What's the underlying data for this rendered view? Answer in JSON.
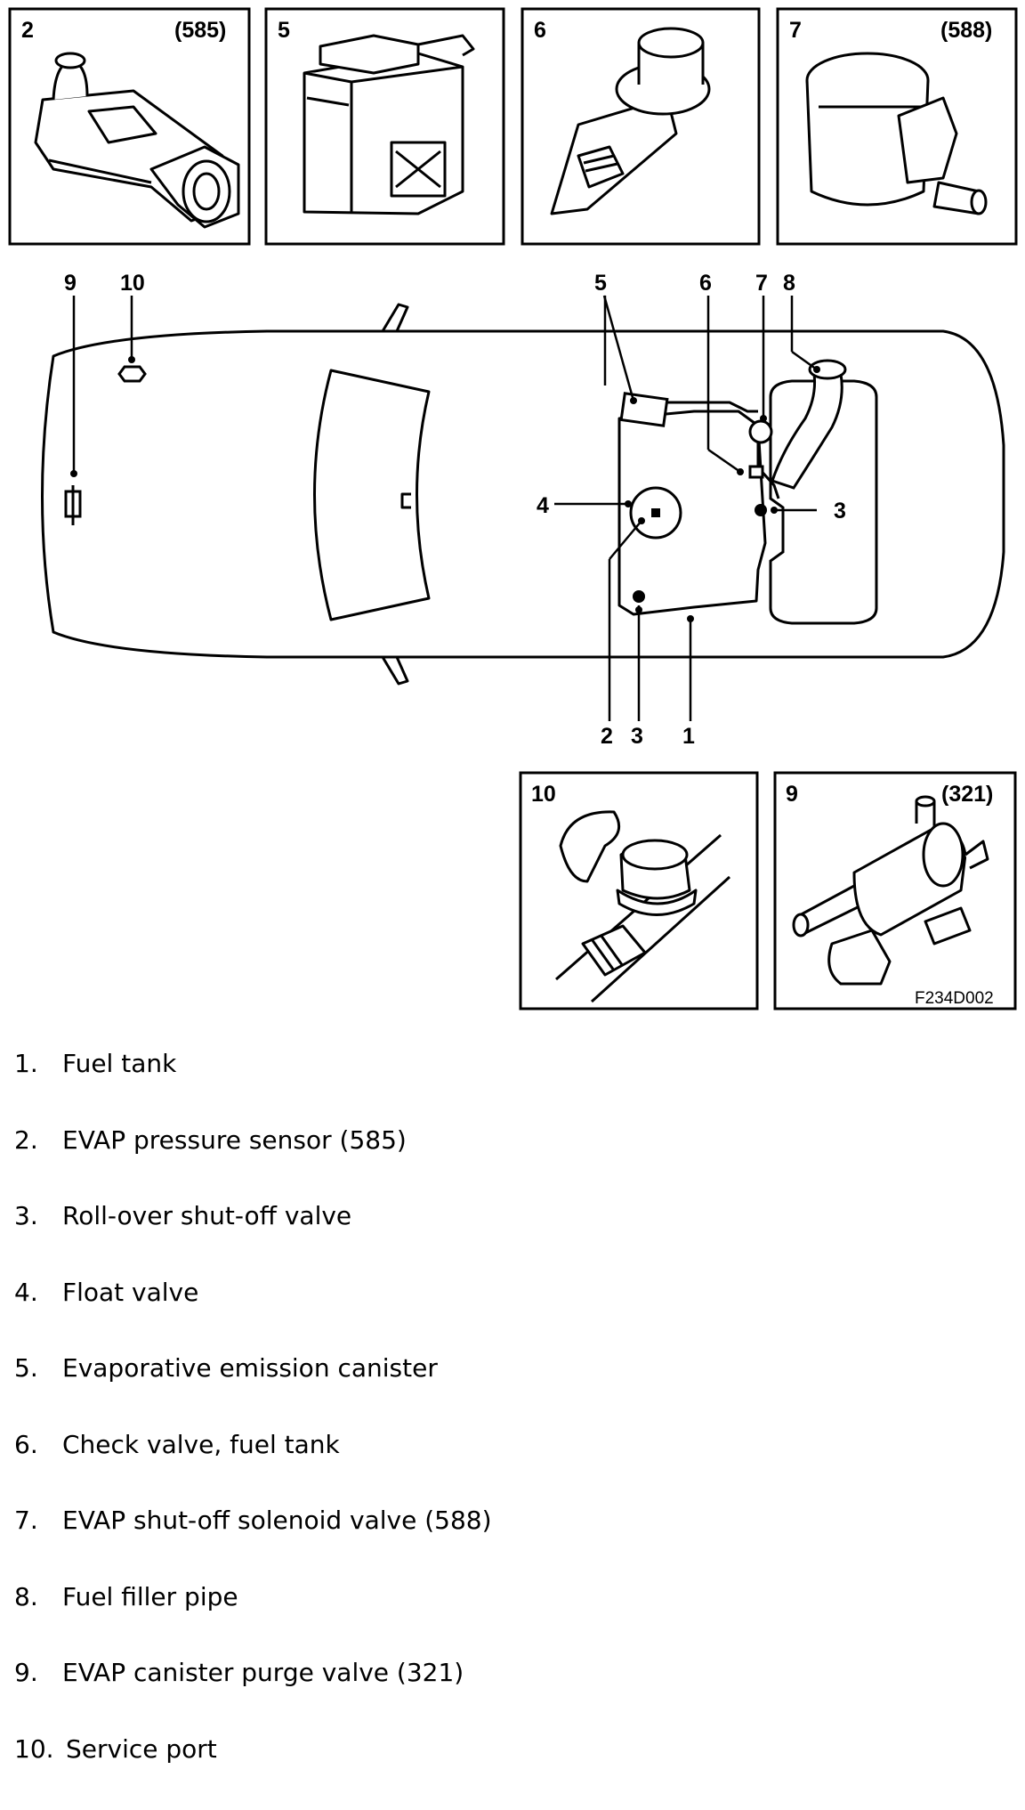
{
  "insets": {
    "top": [
      {
        "num": "2",
        "code": "(585)",
        "icon": "evap-pressure-sensor-icon"
      },
      {
        "num": "5",
        "code": "",
        "icon": "evaporative-emission-canister-icon"
      },
      {
        "num": "6",
        "code": "",
        "icon": "check-valve-icon"
      },
      {
        "num": "7",
        "code": "(588)",
        "icon": "evap-shutoff-solenoid-valve-icon"
      }
    ],
    "bottom": [
      {
        "num": "10",
        "code": "",
        "icon": "service-port-icon"
      },
      {
        "num": "9",
        "code": "(321)",
        "icon": "evap-canister-purge-valve-icon"
      }
    ]
  },
  "figure_code": "F234D002",
  "callouts": {
    "above": [
      "9",
      "10",
      "5",
      "6",
      "7",
      "8"
    ],
    "below": [
      "2",
      "3",
      "1"
    ],
    "left": "4",
    "right": "3"
  },
  "legend": [
    {
      "num": "1.",
      "text": "Fuel tank"
    },
    {
      "num": "2.",
      "text": "EVAP pressure sensor (585)"
    },
    {
      "num": "3.",
      "text": "Roll-over shut-off valve"
    },
    {
      "num": "4.",
      "text": "Float valve"
    },
    {
      "num": "5.",
      "text": "Evaporative emission canister"
    },
    {
      "num": "6.",
      "text": "Check valve, fuel tank"
    },
    {
      "num": "7.",
      "text": "EVAP shut-off solenoid valve (588)"
    },
    {
      "num": "8.",
      "text": "Fuel filler pipe"
    },
    {
      "num": "9.",
      "text": "EVAP canister purge valve (321)"
    },
    {
      "num": "10.",
      "text": "Service port"
    }
  ]
}
